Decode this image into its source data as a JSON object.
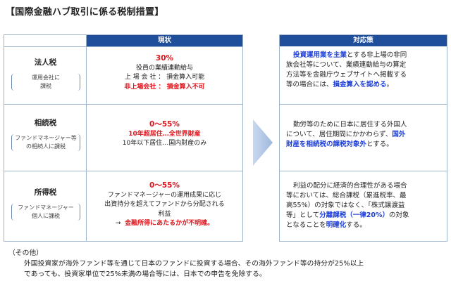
{
  "title": "【国際金融ハブ取引に係る税制措置】",
  "left_table": {
    "header": "現状",
    "rows": [
      {
        "tax": "法人税",
        "sub": [
          "運用会社に",
          "課税"
        ],
        "line1": "30%",
        "line2": "役員の業績連動給与",
        "line3": "上 場 会 社 ： 損金算入可能",
        "line4": "非上場会社 ： 損金算入不可"
      },
      {
        "tax": "相続税",
        "sub": [
          "ファンドマネージャー等",
          "の相続人に課税"
        ],
        "line1": "0～55%",
        "line2": "10年超居住…全世界財産",
        "line3": "10年以下居住…国内財産のみ"
      },
      {
        "tax": "所得税",
        "sub": [
          "ファンドマネージャー",
          "個人に課税"
        ],
        "line1": "0～55%",
        "line2": "ファンドマネージャーの運用成果に応じ",
        "line3": "出資持分を超えてファンドから分配される",
        "line4": "利益",
        "line5_arrow": "→",
        "line5": "金融所得にあたるかが不明確。"
      }
    ]
  },
  "right_box": {
    "header": "対応策",
    "sections": [
      {
        "p1_blue": "投資運用業を主業",
        "p1_rest": "とする非上場の非同",
        "p2": "族会社等について、業績連動給与の算定",
        "p3": "方法等を金融庁ウェブサイトへ掲載する",
        "p4_pre": "等の場合には、",
        "p4_blue": "損金算入を認める",
        "p4_post": "。"
      },
      {
        "p1": "勤労等のために日本に居住する外国人",
        "p2_pre": "について、居住期間にかかわらず、",
        "p2_blue": "国外",
        "p3_blue": "財産を相続税の課税対象外",
        "p3_post": "とする。"
      },
      {
        "p1": "利益の配分に経済的合理性がある場合",
        "p2": "等においては、総合課税（累進税率、最",
        "p3": "高55%）の対象ではなく、「株式譲渡益",
        "p4_pre": "等」として",
        "p4_blue": "分離課税（一律20%）",
        "p4_post": "の対象",
        "p5_pre": "となることを",
        "p5_blue": "明確化",
        "p5_post": "する。"
      }
    ]
  },
  "notes": {
    "heading": "（その他）",
    "line1": "外国投資家が海外ファンド等を通じて日本のファンドに投資する場合、その海外ファンド等の持分が25%以上",
    "line2": "であっても、投資家単位で25%未満の場合等には、日本での申告を免除する。"
  },
  "colors": {
    "header_bg": "#1f4f9a",
    "red_text": "#e0141d",
    "blue_text": "#1d3fd6",
    "border": "#9eb4cc",
    "arrow": "#b3c8e6"
  }
}
